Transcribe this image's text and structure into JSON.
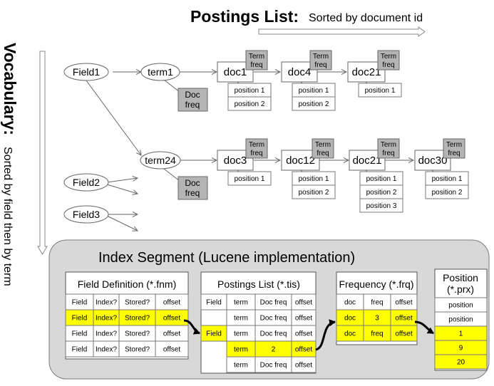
{
  "header": {
    "postings_title": "Postings List:",
    "postings_subtitle": "Sorted by document id",
    "vocab_title": "Vocabulary:",
    "vocab_subtitle": "Sorted by field then by term"
  },
  "nodes": {
    "field1": "Field1",
    "field2": "Field2",
    "field3": "Field3",
    "term1": "term1",
    "term24": "term24",
    "doc_freq_line1": "Doc",
    "doc_freq_line2": "freq",
    "term_freq_line1": "Term",
    "term_freq_line2": "freq"
  },
  "row1_docs": [
    {
      "doc": "doc1",
      "positions": [
        "position 1",
        "position 2"
      ]
    },
    {
      "doc": "doc4",
      "positions": [
        "position 1",
        "position 2"
      ]
    },
    {
      "doc": "doc21",
      "positions": [
        "position 1"
      ]
    }
  ],
  "row2_docs": [
    {
      "doc": "doc3",
      "positions": [
        "position 1"
      ]
    },
    {
      "doc": "doc12",
      "positions": [
        "position 1",
        "position 2"
      ]
    },
    {
      "doc": "doc21",
      "positions": [
        "position 1",
        "position 2",
        "position 3"
      ]
    },
    {
      "doc": "doc30",
      "positions": [
        "position 1",
        "position 2"
      ]
    }
  ],
  "segment": {
    "title": "Index Segment (Lucene implementation)",
    "fnm": {
      "title": "Field Definition (*.fnm)",
      "rows": [
        [
          "Field",
          "Index?",
          "Stored?",
          "offset"
        ],
        [
          "Field",
          "Index?",
          "Stored?",
          "offset"
        ],
        [
          "Field",
          "Index?",
          "Stored?",
          "offset"
        ],
        [
          "Field",
          "Index?",
          "Stored?",
          "offset"
        ]
      ],
      "highlight_row": 1
    },
    "tis": {
      "title": "Postings List (*.tis)",
      "field_cells": [
        "Field",
        "Field"
      ],
      "rows": [
        [
          "term",
          "Doc freq",
          "offset"
        ],
        [
          "term",
          "Doc freq",
          "offset"
        ],
        [
          "term",
          "Doc freq",
          "offset"
        ],
        [
          "term",
          "2",
          "offset"
        ],
        [
          "term",
          "Doc freq",
          "offset"
        ]
      ],
      "highlight_row": 3
    },
    "frq": {
      "title": "Frequency (*.frq)",
      "rows": [
        [
          "doc",
          "freq",
          "offset"
        ],
        [
          "doc",
          "3",
          "offset"
        ],
        [
          "doc",
          "freq",
          "offset"
        ]
      ]
    },
    "prx": {
      "title_line1": "Position",
      "title_line2": "(*.prx)",
      "rows": [
        "position",
        "position",
        "1",
        "9",
        "20"
      ]
    }
  },
  "colors": {
    "highlight": "#ffff00",
    "freq_box": "#b4b4b4",
    "segment_bg": "#d8d8d8",
    "panel_bg": "#ffffff"
  }
}
